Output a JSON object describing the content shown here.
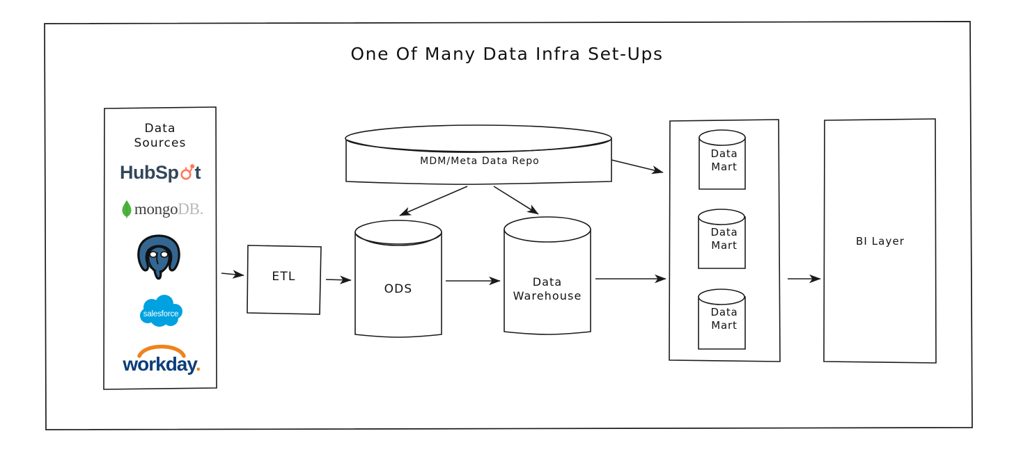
{
  "diagram": {
    "title": "One Of Many Data Infra Set-Ups",
    "style": "hand-drawn whiteboard sketch",
    "background_color": "#ffffff",
    "stroke_color": "#1a1a1a"
  },
  "data_sources": {
    "heading": "Data\nSources",
    "logos": [
      {
        "name": "hubspot",
        "text_dark": "HubSp",
        "text_accent": "o",
        "text_tail": "t",
        "color_dark": "#33475b",
        "color_accent": "#ff7a59"
      },
      {
        "name": "mongodb",
        "text_dark": "mongo",
        "text_gray": "DB.",
        "color_dark": "#3f3f3f",
        "color_gray": "#b8b8b8",
        "color_leaf": "#4DB33D"
      },
      {
        "name": "postgresql",
        "text": "",
        "color": "#336791"
      },
      {
        "name": "salesforce",
        "text": "salesforce",
        "color": "#00A1E0",
        "text_color": "#ffffff"
      },
      {
        "name": "workday",
        "text": "workday",
        "text_dot": ".",
        "color_text": "#0b3d7a",
        "color_arc": "#f0821e"
      }
    ]
  },
  "nodes": {
    "etl": {
      "label": "ETL",
      "shape": "box"
    },
    "ods": {
      "label": "ODS",
      "shape": "cylinder"
    },
    "mdm": {
      "label": "MDM/Meta Data Repo",
      "shape": "wide-cylinder"
    },
    "warehouse": {
      "label": "Data\nWarehouse",
      "shape": "cylinder"
    },
    "bi": {
      "label": "BI Layer",
      "shape": "box"
    }
  },
  "data_marts": {
    "container_label": "",
    "items": [
      {
        "label": "Data\nMart",
        "shape": "cylinder"
      },
      {
        "label": "Data\nMart",
        "shape": "cylinder"
      },
      {
        "label": "Data\nMart",
        "shape": "cylinder"
      }
    ]
  },
  "arrows": [
    {
      "from": "data-sources",
      "to": "etl"
    },
    {
      "from": "etl",
      "to": "ods"
    },
    {
      "from": "ods",
      "to": "warehouse"
    },
    {
      "from": "warehouse",
      "to": "data-marts"
    },
    {
      "from": "data-marts",
      "to": "bi"
    },
    {
      "from": "mdm",
      "to": "ods"
    },
    {
      "from": "mdm",
      "to": "warehouse"
    },
    {
      "from": "mdm",
      "to": "data-marts"
    }
  ]
}
